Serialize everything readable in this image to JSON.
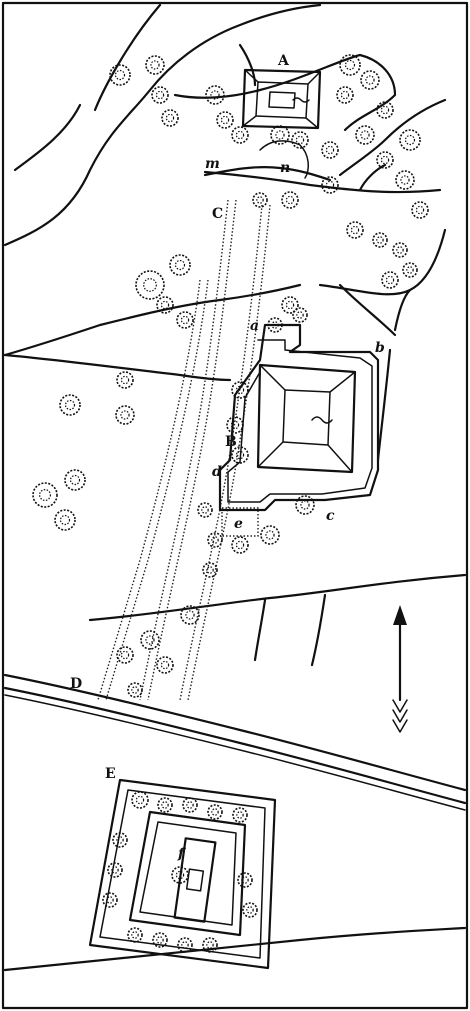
{
  "labels": {
    "A": "A",
    "B": "B",
    "C": "C",
    "D": "D",
    "E": "E",
    "a": "a",
    "b": "b",
    "c": "c",
    "d": "d",
    "e": "e",
    "f": "f",
    "m": "m",
    "n": "n"
  },
  "icons": {
    "north_arrow": "north-arrow-icon",
    "tree": "tree-icon",
    "pyramid": "pyramid-icon"
  },
  "colors": {
    "ink": "#111111",
    "paper": "#ffffff"
  }
}
